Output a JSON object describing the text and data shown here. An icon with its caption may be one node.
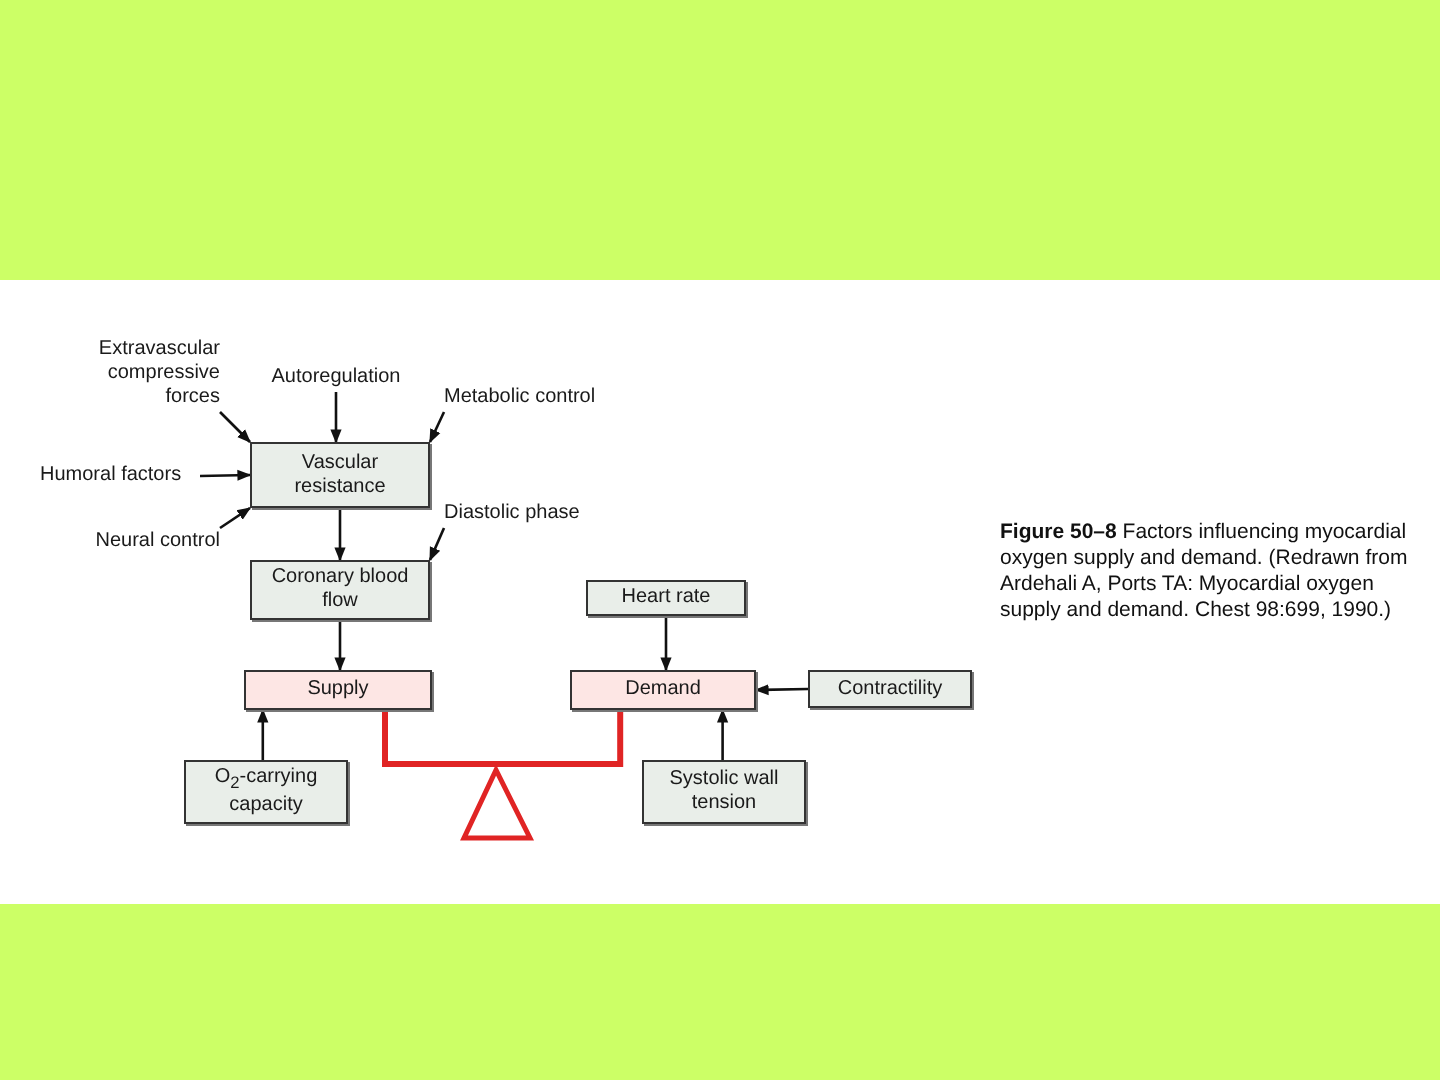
{
  "diagram": {
    "caption": "**Figure 50–8** Factors influencing myocardial oxygen supply and demand. (Redrawn from Ardehali A, Ports TA: Myocardial oxygen supply and demand. Chest 98:699, 1990.)",
    "nodes": [
      {
        "text": [
          "Extravascular compressive forces"
        ]
      },
      {
        "text": [
          "Autoregulation"
        ]
      },
      {
        "text": [
          "Metabolic control"
        ]
      },
      {
        "text": [
          "Humoral factors"
        ]
      },
      {
        "text": [
          "Vascular resistance"
        ]
      },
      {
        "text": [
          "Neural control"
        ]
      },
      {
        "text": [
          "Diastolic phase"
        ]
      },
      {
        "text": [
          "Coronary blood flow"
        ]
      },
      {
        "text": [
          "Heart rate"
        ]
      },
      {
        "text": [
          "Supply"
        ]
      },
      {
        "text": [
          "Demand"
        ]
      },
      {
        "text": [
          "Contractility"
        ]
      },
      {
        "text": [
          "O$_{2}$-carrying capacity"
        ]
      },
      {
        "text": [
          "Systolic wall tension"
        ]
      }
    ],
    "edges": [
      {
        "from": 0,
        "to": 4,
        "arrow": "to"
      },
      {
        "from": 1,
        "to": 4,
        "arrow": "to"
      },
      {
        "from": 2,
        "to": 4,
        "arrow": "to"
      },
      {
        "from": 3,
        "to": 4,
        "arrow": "to"
      },
      {
        "from": 5,
        "to": 4,
        "arrow": "to"
      },
      {
        "from": 4,
        "to": 7,
        "arrow": "to"
      },
      {
        "from": 6,
        "to": 7,
        "arrow": "to"
      },
      {
        "from": 7,
        "to": 9,
        "arrow": "to"
      },
      {
        "from": 8,
        "to": 10,
        "arrow": "to"
      },
      {
        "from": 11,
        "to": 10,
        "arrow": "to"
      },
      {
        "from": 12,
        "to": 9,
        "arrow": "to"
      },
      {
        "from": 13,
        "to": 10,
        "arrow": "to"
      },
      {
        "from": 9,
        "to": 10,
        "arrow": "none",
        "style": "thick",
        "color": "#e02424"
      }
    ]
  }
}
